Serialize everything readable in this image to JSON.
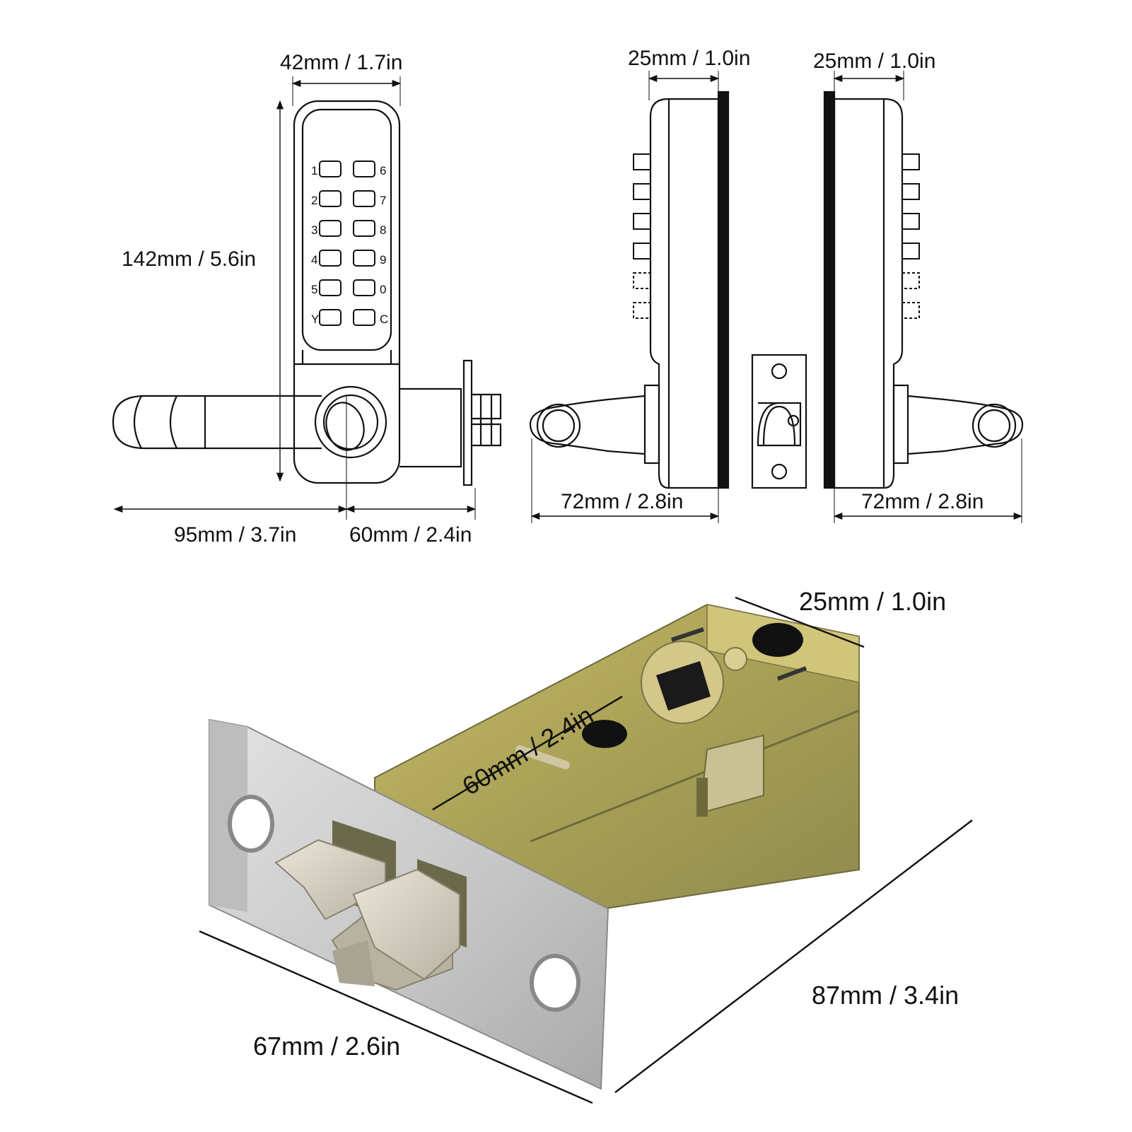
{
  "dimensions": {
    "front_width": "42mm / 1.7in",
    "front_height": "142mm / 5.6in",
    "handle_length": "95mm / 3.7in",
    "backset_front": "60mm / 2.4in",
    "side_depth_left": "25mm / 1.0in",
    "side_depth_right": "25mm / 1.0in",
    "side_handle_left": "72mm / 2.8in",
    "side_handle_right": "72mm / 2.8in",
    "latch_width": "25mm / 1.0in",
    "latch_backset": "60mm / 2.4in",
    "latch_faceplate": "67mm / 2.6in",
    "latch_length": "87mm / 3.4in"
  },
  "keypad": {
    "left_keys": [
      "1",
      "2",
      "3",
      "4",
      "5",
      "Y"
    ],
    "right_keys": [
      "6",
      "7",
      "8",
      "9",
      "0",
      "C"
    ]
  },
  "colors": {
    "line": "#111111",
    "latch_body": "#b3a65a",
    "faceplate": "#cfcfcf",
    "bolt": "#d8d2c4"
  }
}
